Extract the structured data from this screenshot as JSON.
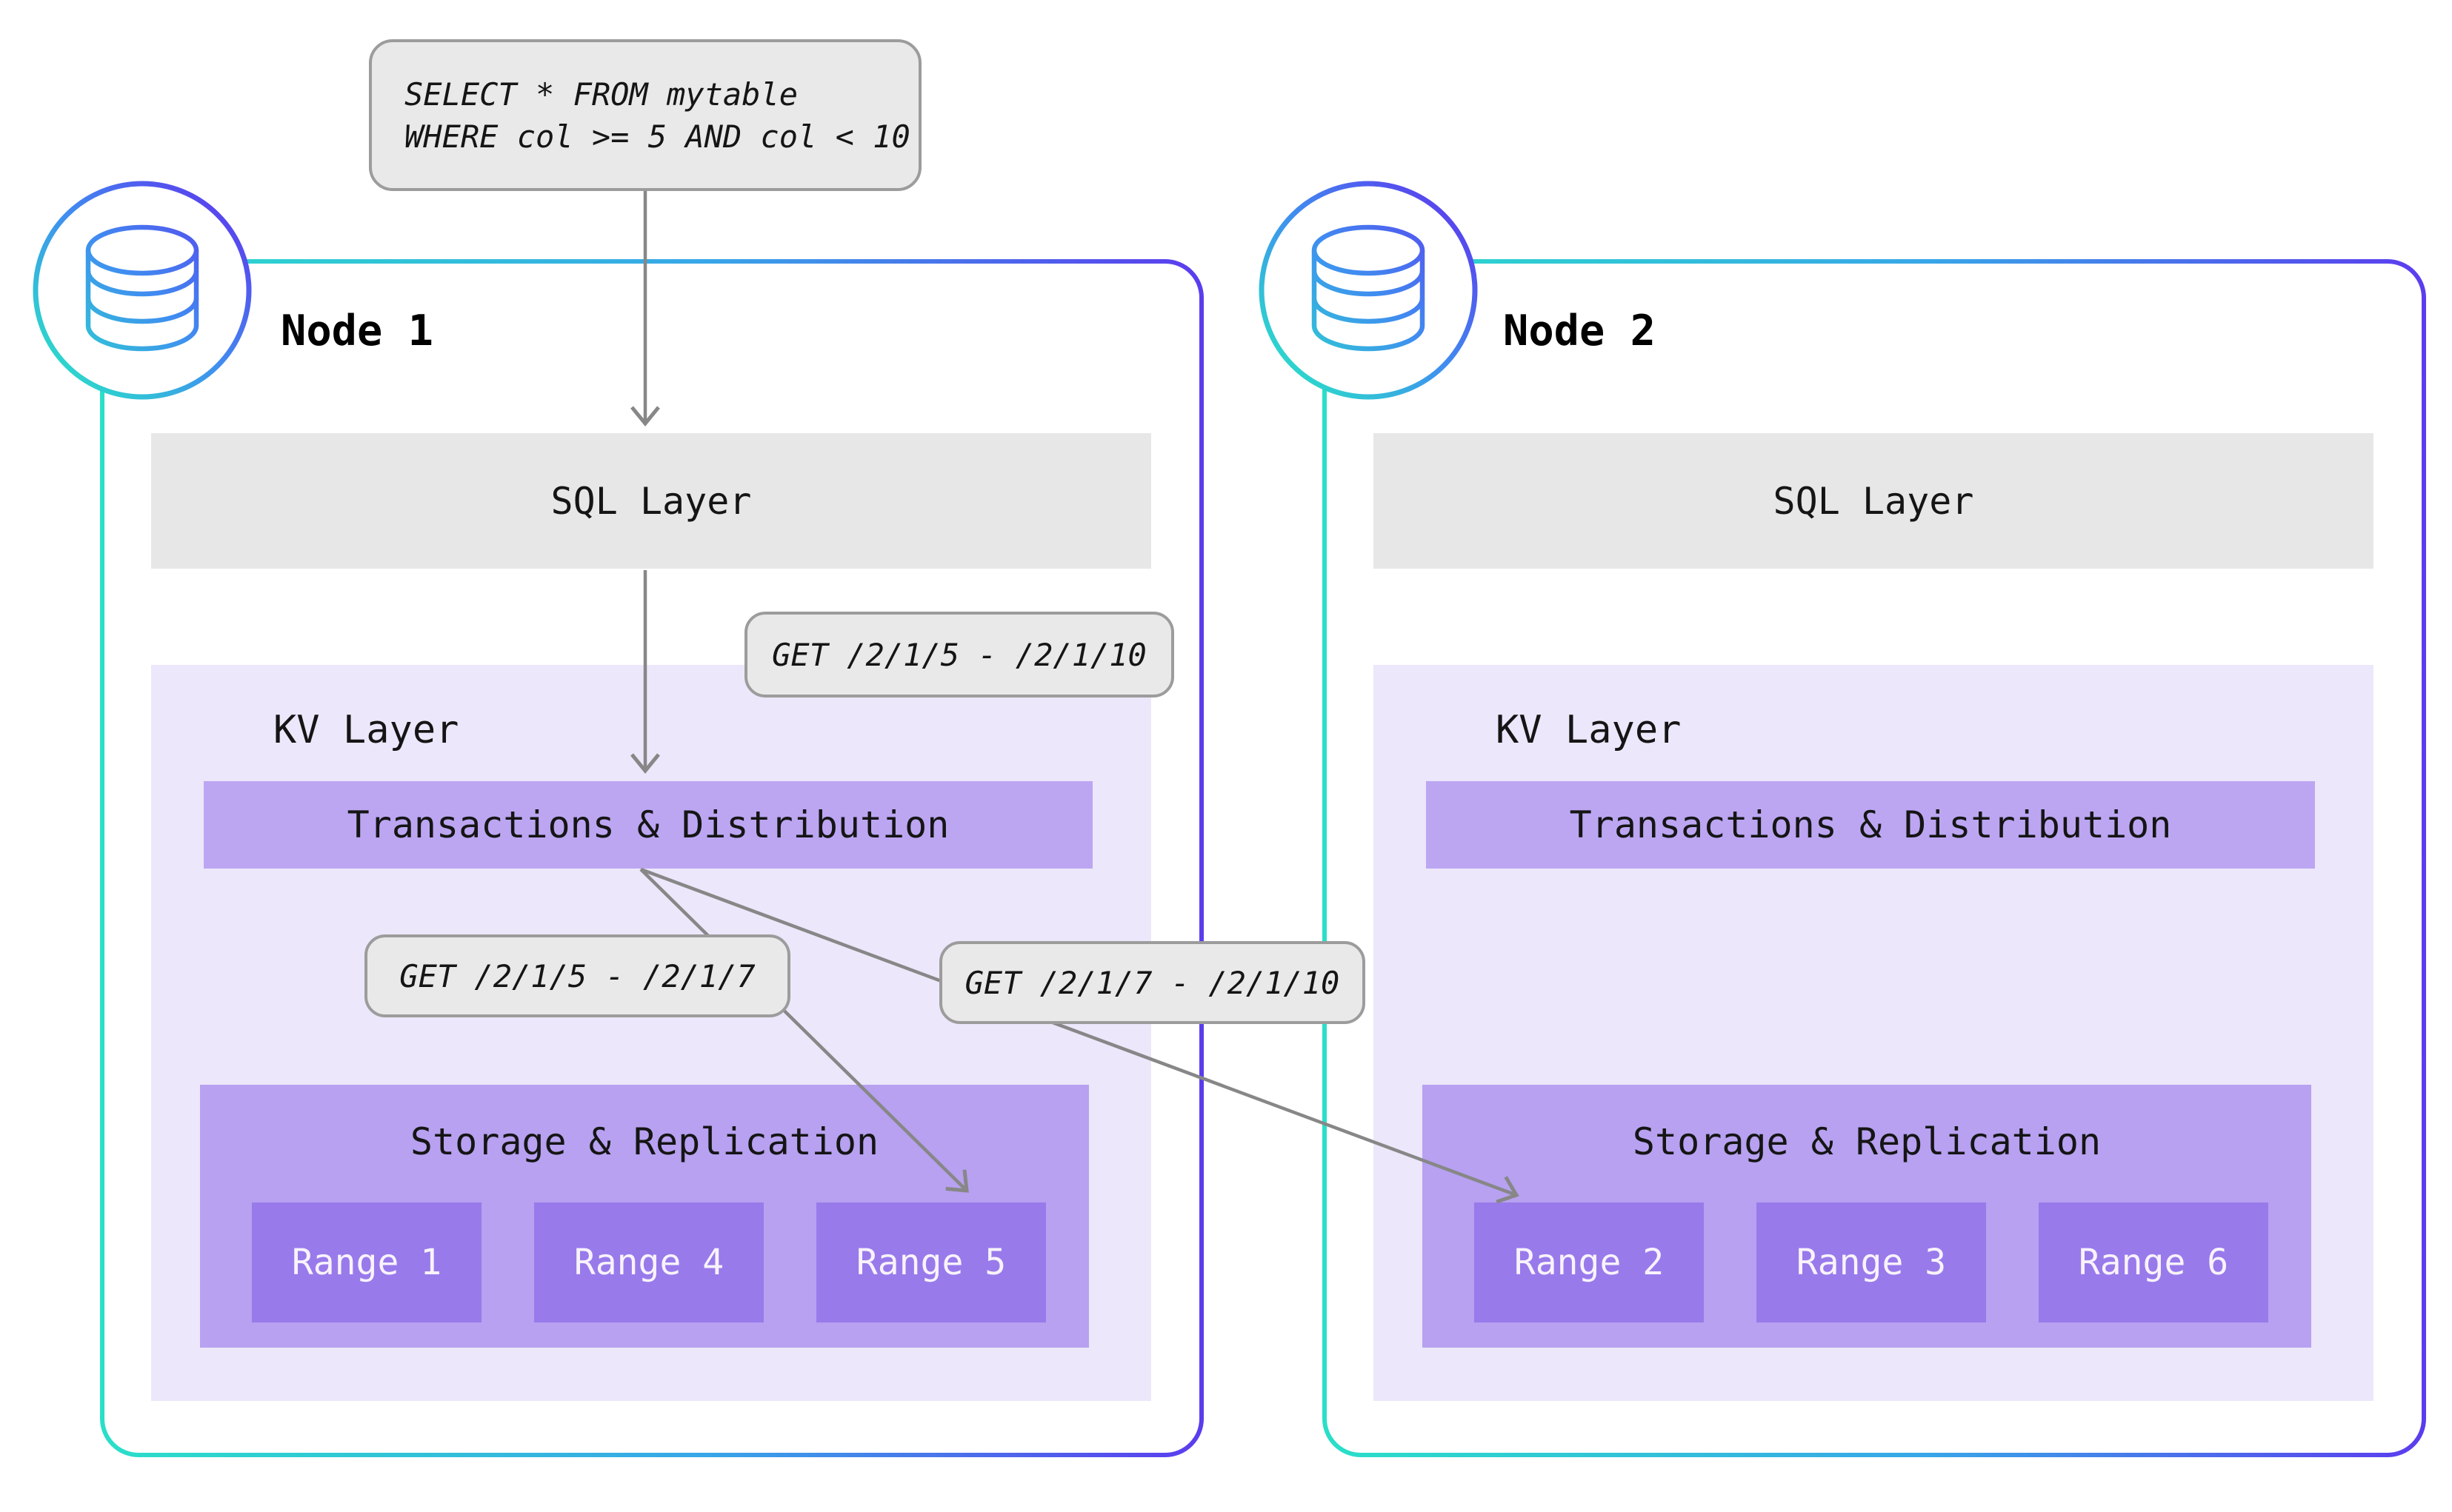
{
  "query_box": {
    "line1": "SELECT * FROM mytable",
    "line2": "WHERE col >= 5 AND col < 10"
  },
  "request_labels": {
    "sql_to_kv": "GET /2/1/5 - /2/1/10",
    "local_range": "GET /2/1/5 - /2/1/7",
    "remote_range": "GET /2/1/7 - /2/1/10"
  },
  "nodes": [
    {
      "title": "Node 1",
      "sql_layer_label": "SQL Layer",
      "kv_layer_label": "KV Layer",
      "transactions_label": "Transactions & Distribution",
      "storage_label": "Storage & Replication",
      "ranges": [
        "Range 1",
        "Range 4",
        "Range 5"
      ]
    },
    {
      "title": "Node 2",
      "sql_layer_label": "SQL Layer",
      "kv_layer_label": "KV Layer",
      "transactions_label": "Transactions & Distribution",
      "storage_label": "Storage & Replication",
      "ranges": [
        "Range 2",
        "Range 3",
        "Range 6"
      ]
    }
  ],
  "icons": {
    "node_badge": "database-icon"
  },
  "colors": {
    "node_border_gradient_start": "#2adfc8",
    "node_border_gradient_end": "#5b3cee",
    "callout_bg": "#e9e9e9",
    "callout_border": "#9c9c9c",
    "sql_layer_bg": "#e7e7e7",
    "kv_layer_bg": "#ece7fa",
    "purple_bar_bg": "#bca6f2",
    "storage_bg": "#b7a1f0",
    "range_bg": "#997aeb",
    "range_text": "#f8f3fb",
    "arrow": "#878787",
    "text": "#151515"
  }
}
